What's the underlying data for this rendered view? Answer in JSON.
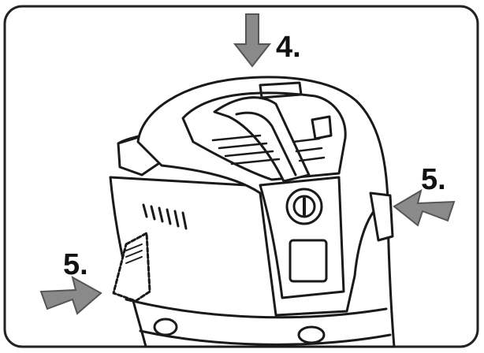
{
  "labels": {
    "top": "4.",
    "right": "5.",
    "left": "5."
  },
  "colors": {
    "line": "#1a1a1a",
    "arrow_fill": "#8a8a8a",
    "arrow_stroke": "#555555",
    "frame": "#222222",
    "background": "#ffffff"
  }
}
